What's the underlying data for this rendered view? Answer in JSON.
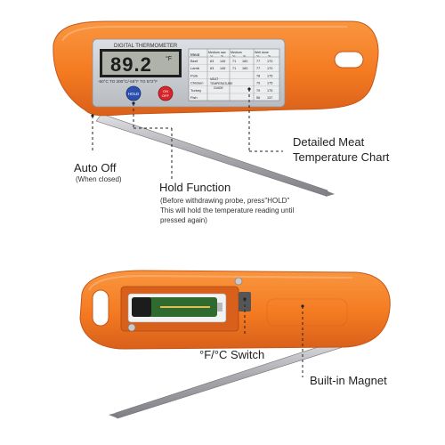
{
  "colors": {
    "body_orange": "#f47a21",
    "body_shade": "#d8601a",
    "panel_gray": "#c9ccd0",
    "lcd_bg": "#aeb2a9",
    "probe_steel": "#a8a8ad",
    "hold_blue": "#2a4fb0",
    "onoff_red": "#d6262b",
    "battery_green": "#2f6b2f",
    "leader_line": "#222222"
  },
  "icons": [
    "hang-hole",
    "hold-button",
    "on-off-button",
    "battery",
    "screw",
    "probe"
  ],
  "top_device": {
    "panel_title": "DIGITAL THERMOMETER",
    "lcd_reading": "89.2",
    "lcd_unit": "°F",
    "range_text": "-50°C TO 300°C/-58°F TO 572°F",
    "hold_label": "HOLD",
    "on_label": "ON",
    "off_label": "OFF",
    "chart": {
      "col_meat": "Meat",
      "col_medium_raw": "Medium raw",
      "col_medium": "Medium",
      "col_well_done": "Well done",
      "unit_c": "°C",
      "unit_f": "°F",
      "rows": [
        {
          "meat": "Beef",
          "values": [
            "63",
            "145",
            "71",
            "160",
            "77",
            "170"
          ]
        },
        {
          "meat": "Lamb",
          "values": [
            "63",
            "145",
            "71",
            "160",
            "77",
            "170"
          ]
        },
        {
          "meat": "Pork",
          "values": [
            "",
            "",
            "",
            "",
            "78",
            "175"
          ]
        },
        {
          "meat": "Chicken",
          "values": [
            "",
            "",
            "",
            "",
            "79",
            "175"
          ]
        },
        {
          "meat": "Turkey",
          "values": [
            "",
            "",
            "",
            "",
            "79",
            "175"
          ]
        },
        {
          "meat": "Fish",
          "values": [
            "",
            "",
            "",
            "",
            "56",
            "137"
          ]
        }
      ],
      "guide_lines": [
        "MEAT",
        "TEMPERATURE",
        "GUIDE"
      ]
    }
  },
  "labels": {
    "chart_line1": "Detailed Meat",
    "chart_line2": "Temperature Chart",
    "auto_off": "Auto Off",
    "auto_off_note": "(When closed)",
    "hold_function": "Hold Function",
    "hold_note1": "(Before withdrawing probe, press\"HOLD\"",
    "hold_note2": "This will hold the temperature reading until",
    "hold_note3": "pressed again)",
    "switch": "°F/°C Switch",
    "magnet": "Built-in Magnet"
  }
}
